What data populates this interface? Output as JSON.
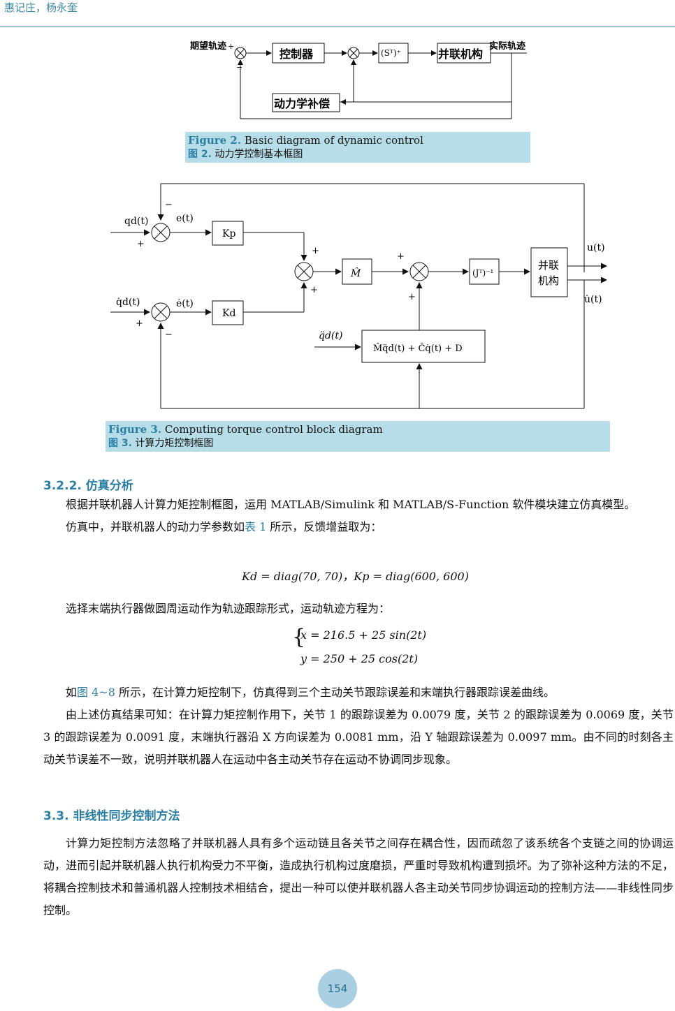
{
  "header": {
    "authors": "惠记庄，杨永奎"
  },
  "fig2": {
    "labels": {
      "desired": "期望轨迹",
      "controller": "控制器",
      "st": "(Sᵀ)⁺",
      "parallel": "并联机构",
      "actual": "实际轨迹",
      "dyncomp": "动力学补偿"
    },
    "caption": {
      "label": "Figure 2.",
      "en": "Basic diagram of dynamic control",
      "cn_label": "图 2.",
      "cn": "动力学控制基本框图"
    }
  },
  "fig3": {
    "labels": {
      "qd": "qd(t)",
      "et": "e(t)",
      "kp": "Kp",
      "qdd": "q̇d(t)",
      "edot": "ė(t)",
      "kd": "Kd",
      "mhat": "M̂",
      "jt": "(Jᵀ)⁻¹",
      "parallel1": "并联",
      "parallel2": "机构",
      "ut": "u(t)",
      "udot": "u̇(t)",
      "qddd": "q̈d(t)",
      "comp": "M̂q̈d(t) + Ĉq̇(t) + D",
      "plus": "+",
      "minus": "−"
    },
    "caption": {
      "label": "Figure 3.",
      "en": "Computing torque control block diagram",
      "cn_label": "图 3.",
      "cn": "计算力矩控制框图"
    }
  },
  "section_322": {
    "title": "3.2.2.  仿真分析"
  },
  "paragraphs": {
    "p1": "根据并联机器人计算力矩控制框图，运用 MATLAB/Simulink 和 MATLAB/S-Function 软件模块建立仿真模型。",
    "p2a": "仿真中，并联机器人的动力学参数如",
    "p2link": "表 1",
    "p2b": " 所示，反馈增益取为：",
    "eq1": "Kd = diag(70, 70)，Kp = diag(600, 600)",
    "p3": "选择末端执行器做圆周运动作为轨迹跟踪形式，运动轨迹方程为：",
    "eq2a": "x = 216.5 + 25 sin(2t)",
    "eq2b": "y = 250 + 25 cos(2t)",
    "p4a": "如",
    "p4link": "图 4~8",
    "p4b": " 所示，在计算力矩控制下，仿真得到三个主动关节跟踪误差和末端执行器跟踪误差曲线。",
    "p5": "由上述仿真结果可知：在计算力矩控制作用下，关节 1 的跟踪误差为 0.0079 度，关节 2 的跟踪误差为 0.0069 度，关节 3 的跟踪误差为 0.0091 度，末端执行器沿 X 方向误差为 0.0081  mm，沿 Y 轴跟踪误差为 0.0097  mm。由不同的时刻各主动关节误差不一致，说明并联机器人在运动中各主动关节存在运动不协调同步现象。"
  },
  "section_33": {
    "title": "3.3.  非线性同步控制方法"
  },
  "paragraph_33": "计算力矩控制方法忽略了并联机器人具有多个运动链且各关节之间存在耦合性，因而疏忽了该系统各个支链之间的协调运动，进而引起并联机器人执行机构受力不平衡，造成执行机构过度磨损，严重时导致机构遭到损坏。为了弥补这种方法的不足，将耦合控制技术和普通机器人控制技术相结合，提出一种可以使并联机器人各主动关节同步协调运动的控制方法——非线性同步控制。",
  "page_number": "154"
}
